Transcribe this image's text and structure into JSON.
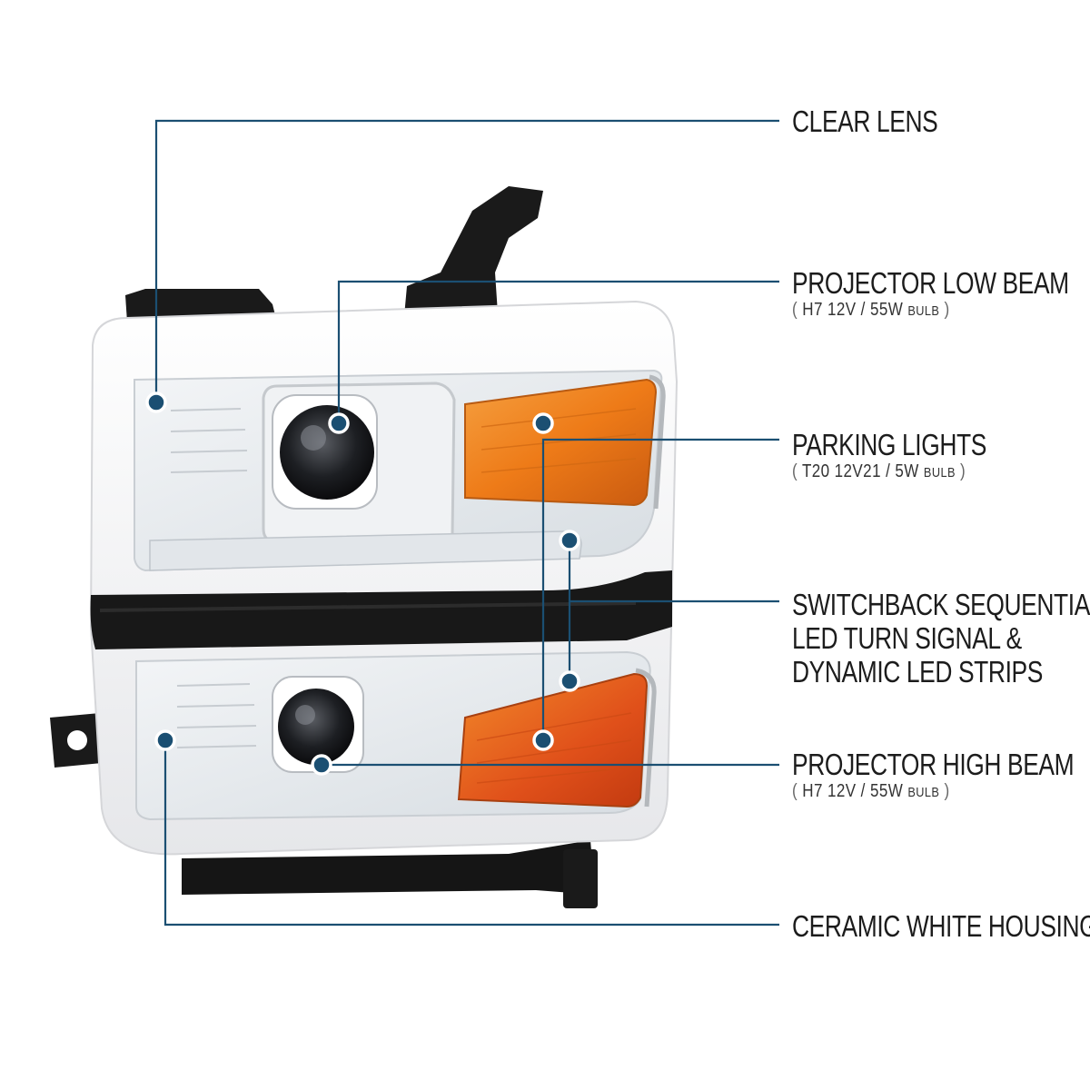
{
  "accent_color": "#1b4f72",
  "labels": [
    {
      "id": "clear-lens",
      "title": "CLEAR LENS"
    },
    {
      "id": "projector-low-beam",
      "title": "PROJECTOR LOW BEAM",
      "spec": {
        "open": "(",
        "text": "H7  12V / 55W",
        "unit": "BULB",
        "close": ")"
      }
    },
    {
      "id": "parking-lights",
      "title": "PARKING LIGHTS",
      "spec": {
        "open": "(",
        "text": "T20  12V21 / 5W",
        "unit": "BULB",
        "close": ")"
      }
    },
    {
      "id": "switchback",
      "title_lines": [
        "SWITCHBACK SEQUENTIAL",
        "LED TURN SIGNAL &",
        "DYNAMIC LED STRIPS"
      ]
    },
    {
      "id": "projector-high-beam",
      "title": "PROJECTOR HIGH BEAM",
      "spec": {
        "open": "(",
        "text": "H7  12V / 55W",
        "unit": "BULB",
        "close": ")"
      }
    },
    {
      "id": "ceramic-white-housing",
      "title": "CERAMIC WHITE HOUSING"
    }
  ],
  "colors": {
    "housing": "#f4f4f6",
    "housing_shadow": "#d9dadd",
    "lens": "#e8ecef",
    "amber": "#f07a1a",
    "amber_dark": "#c85a0c",
    "black": "#161616"
  }
}
